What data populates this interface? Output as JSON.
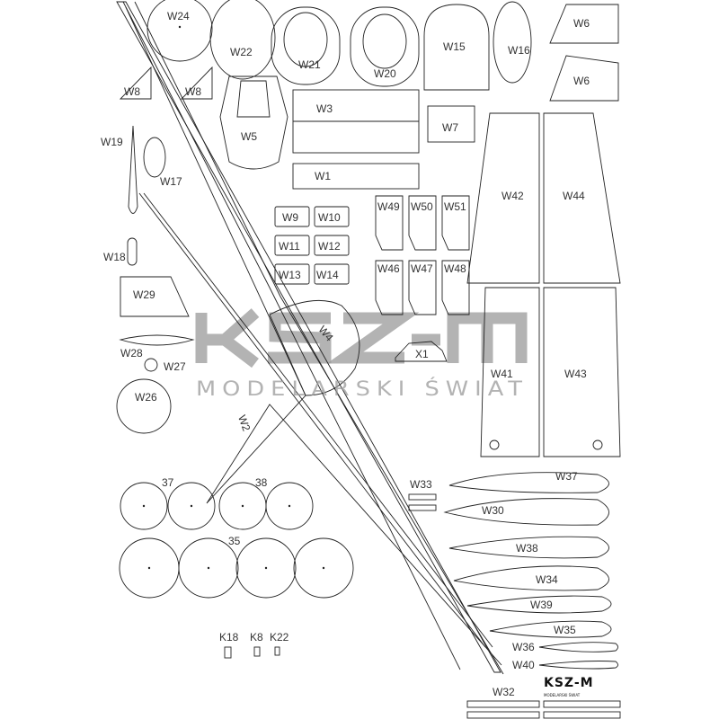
{
  "sheet": {
    "watermark": {
      "logo": "KSZ-M",
      "subtitle": "MODELARSKI ŚWIAT"
    },
    "footer_logo": {
      "logo": "KSZ-M",
      "subtitle": "MODELARSKI ŚWIAT"
    },
    "labels": {
      "W24": "W24",
      "W22": "W22",
      "W21": "W21",
      "W20": "W20",
      "W15": "W15",
      "W16": "W16",
      "W6a": "W6",
      "W6b": "W6",
      "W8a": "W8",
      "W8b": "W8",
      "W5": "W5",
      "W3": "W3",
      "W7": "W7",
      "W1": "W1",
      "W19": "W19",
      "W17": "W17",
      "W18": "W18",
      "W29": "W29",
      "W28": "W28",
      "W27": "W27",
      "W26": "W26",
      "W9": "W9",
      "W10": "W10",
      "W11": "W11",
      "W12": "W12",
      "W13": "W13",
      "W14": "W14",
      "W49": "W49",
      "W50": "W50",
      "W51": "W51",
      "W46": "W46",
      "W47": "W47",
      "W48": "W48",
      "W42": "W42",
      "W44": "W44",
      "W41": "W41",
      "W43": "W43",
      "W4": "W4",
      "W2": "W2",
      "X1": "X1",
      "W33": "W33",
      "W37": "W37",
      "W30": "W30",
      "W38": "W38",
      "W34": "W34",
      "W39": "W39",
      "W35": "W35",
      "W36": "W36",
      "W40": "W40",
      "W32": "W32",
      "n37": "37",
      "n38": "38",
      "n35": "35",
      "K18": "K18",
      "K8": "K8",
      "K22": "K22"
    }
  }
}
